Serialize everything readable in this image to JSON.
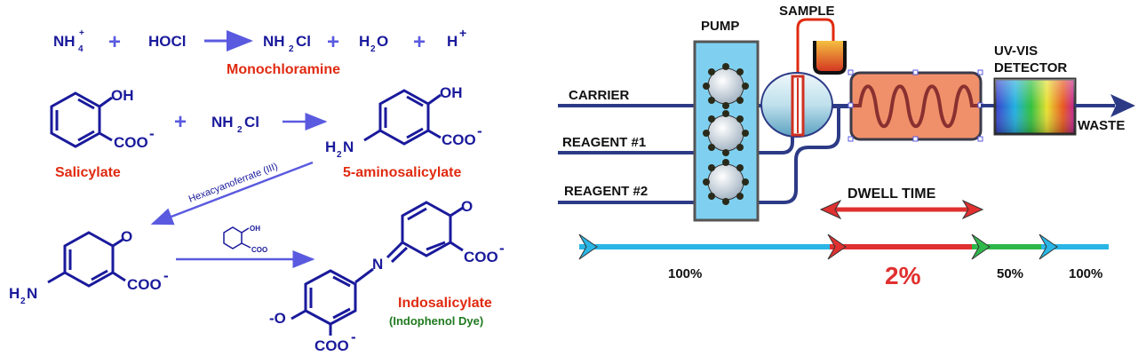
{
  "reaction": {
    "ammonium": "NH",
    "ammonium_sub": "4",
    "ammonium_sup": "+",
    "hypochlorous": "HOCl",
    "monochloramine_formula": "NH",
    "monochloramine_sub": "2",
    "monochloramine_tail": "Cl",
    "water": "H",
    "water_sub": "2",
    "water_tail": "O",
    "proton": "H",
    "proton_sup": "+",
    "plus": "+",
    "monochloramine_name": "Monochloramine",
    "salicylate_oh": "OH",
    "salicylate_coo": "COO",
    "charge_minus": "-",
    "salicylate_name": "Salicylate",
    "aminosal_oh": "OH",
    "aminosal_coo": "COO",
    "aminosal_amine": "H",
    "aminosal_amine_sub": "2",
    "aminosal_amine_tail": "N",
    "aminosal_name": "5-aminosalicylate",
    "catalyst_label": "Hexacyanoferrate (III)",
    "quinone_o": "O",
    "quinone_coo": "COO",
    "quinone_amine": "H",
    "quinone_amine_sub": "2",
    "quinone_amine_tail": "N",
    "small_oh": "OH",
    "small_coo": "COO",
    "indo_o": "O",
    "indo_coo_top": "COO",
    "indo_n": "N",
    "indo_o_minus": "-O",
    "indo_coo_bottom": "COO",
    "indo_name": "Indosalicylate",
    "indo_subname": "(Indophenol Dye)"
  },
  "fia": {
    "pump_label": "PUMP",
    "sample_label": "SAMPLE",
    "detector_label_1": "UV-VIS",
    "detector_label_2": "DETECTOR",
    "carrier_label": "CARRIER",
    "reagent1_label": "REAGENT #1",
    "reagent2_label": "REAGENT #2",
    "waste_label": "WASTE",
    "dwell_label": "DWELL TIME",
    "pct_1": "100%",
    "pct_2": "2%",
    "pct_3": "50%",
    "pct_4": "100%"
  },
  "colors": {
    "chem_blue": "#1a1a9c",
    "label_red": "#e02a10",
    "label_green": "#1f7a1f",
    "line_navy": "#2c3a86",
    "pump_cyan": "#7fd0f0",
    "coil_box": "#f0906a",
    "dwell_red": "#e03030",
    "timeline_cyan": "#29b6e6",
    "timeline_green": "#2eb84a"
  }
}
